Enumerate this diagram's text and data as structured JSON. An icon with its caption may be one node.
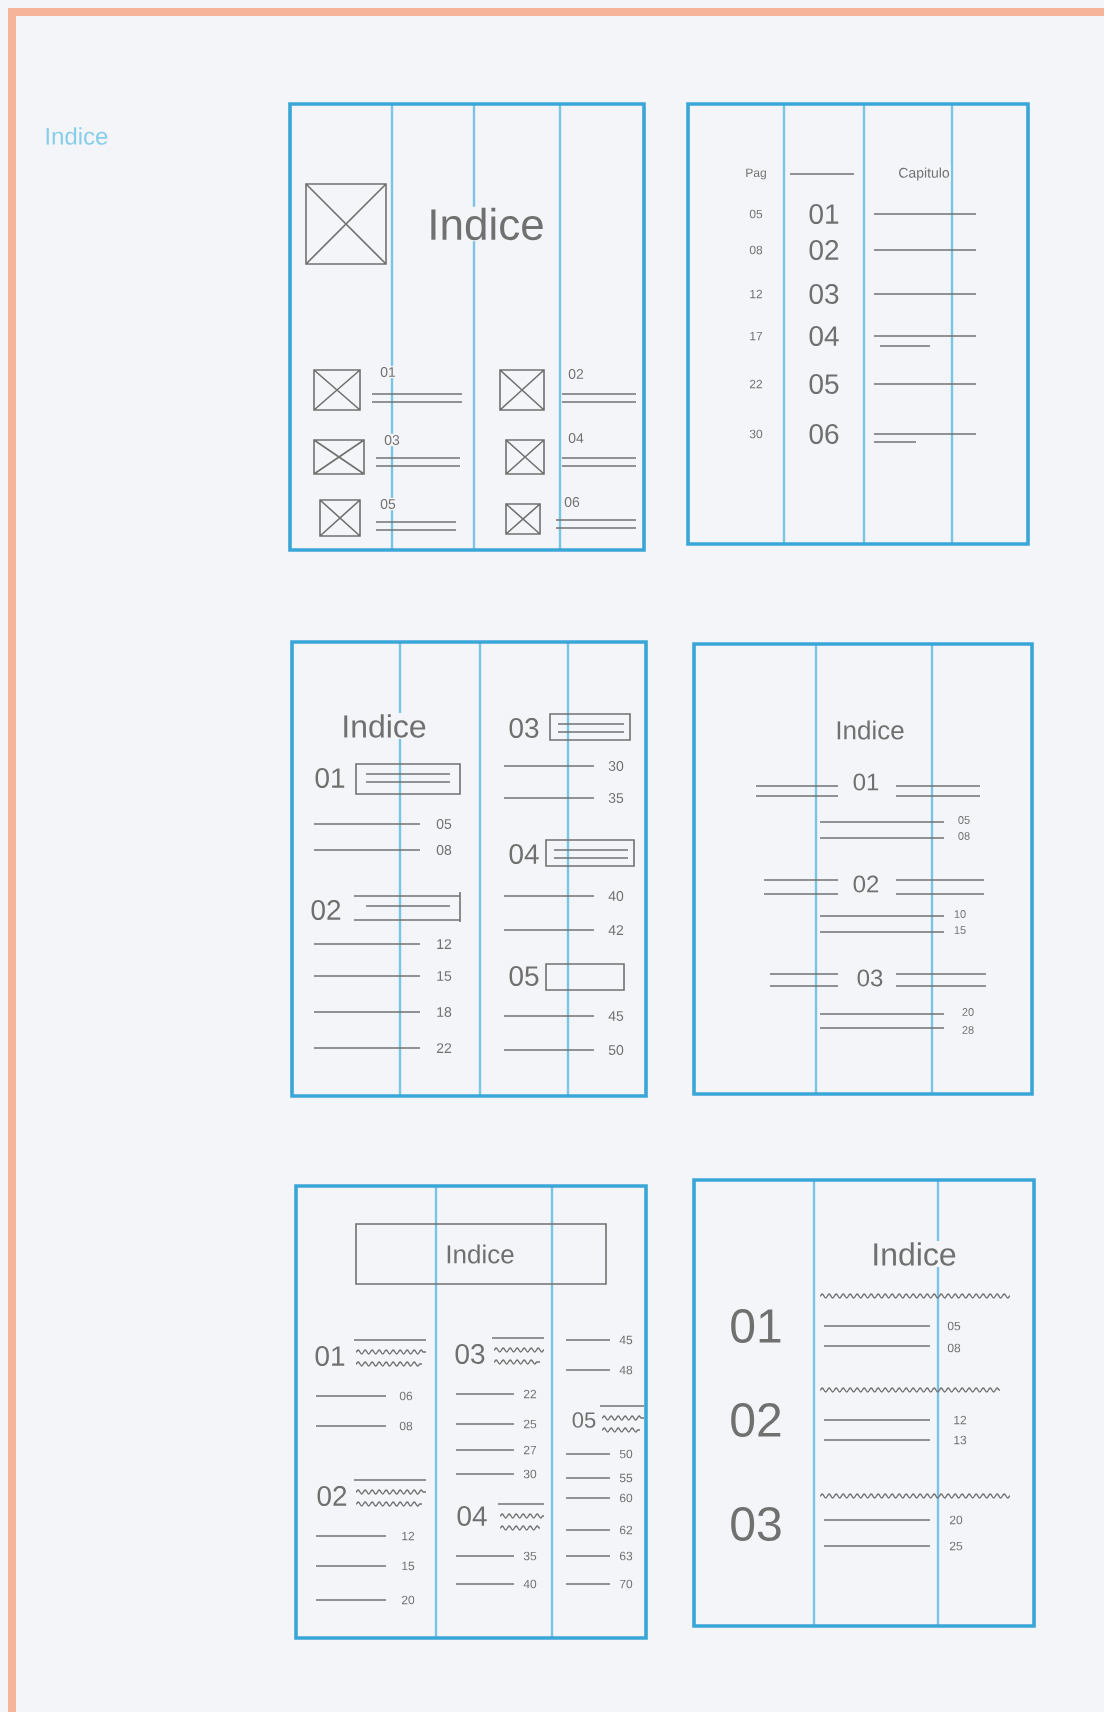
{
  "diagram": {
    "title": "Indice",
    "nodes": [
      {
        "text": [
          "Indice",
          "01",
          "02",
          "03",
          "04",
          "05",
          "06"
        ]
      },
      {
        "text": [
          "Pag",
          "Capitulo",
          "05",
          "01",
          "08",
          "02",
          "12",
          "03",
          "17",
          "04",
          "22",
          "05",
          "30",
          "06"
        ]
      },
      {
        "text": [
          "Indice",
          "01",
          "05",
          "08",
          "02",
          "12",
          "15",
          "18",
          "22",
          "03",
          "30",
          "35",
          "04",
          "40",
          "42",
          "05",
          "45",
          "50"
        ]
      },
      {
        "text": [
          "Indice",
          "01",
          "05",
          "08",
          "02",
          "10",
          "15",
          "03",
          "20",
          "28"
        ]
      },
      {
        "text": [
          "01",
          "06",
          "08",
          "02",
          "12",
          "15",
          "20",
          "03",
          "22",
          "25",
          "27",
          "30",
          "04",
          "35",
          "40",
          "45",
          "48",
          "05",
          "50",
          "55",
          "60",
          "62",
          "63",
          "70"
        ]
      },
      {
        "text": [
          "Indice"
        ],
        "in": 4
      },
      {
        "text": [
          "Indice",
          "01",
          "05",
          "08",
          "02",
          "12",
          "13",
          "03",
          "20",
          "25"
        ]
      }
    ]
  }
}
